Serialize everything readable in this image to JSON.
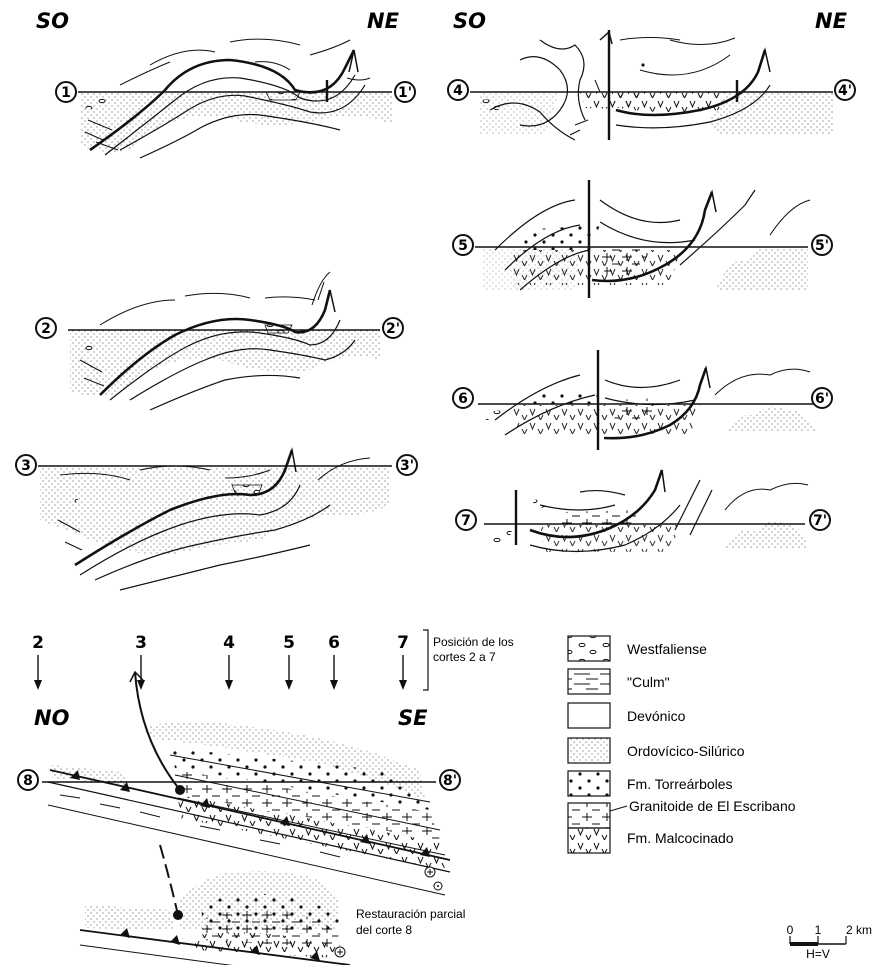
{
  "orientation": {
    "left_top": "SO",
    "right_top": "NE",
    "left_top_2": "SO",
    "right_top_2": "NE",
    "left_bottom": "NO",
    "right_bottom": "SE"
  },
  "sections": [
    {
      "start": "1",
      "end": "1'"
    },
    {
      "start": "2",
      "end": "2'"
    },
    {
      "start": "3",
      "end": "3'"
    },
    {
      "start": "4",
      "end": "4'"
    },
    {
      "start": "5",
      "end": "5'"
    },
    {
      "start": "6",
      "end": "6'"
    },
    {
      "start": "7",
      "end": "7'"
    },
    {
      "start": "8",
      "end": "8'"
    }
  ],
  "positions": {
    "labels": [
      "2",
      "3",
      "4",
      "5",
      "6",
      "7"
    ],
    "note_line1": "Posición de los",
    "note_line2": "cortes 2 a 7"
  },
  "legend": [
    {
      "label": "Westfaliense",
      "pattern": "pebbles"
    },
    {
      "label": "\"Culm\"",
      "pattern": "dashes"
    },
    {
      "label": "Devónico",
      "pattern": "blank"
    },
    {
      "label": "Ordovícico-Silúrico",
      "pattern": "stipple"
    },
    {
      "label": "Fm. Torreárboles",
      "pattern": "dots"
    },
    {
      "label": "Granitoide de El Escribano",
      "pattern": "crosses"
    },
    {
      "label": "Fm. Malcocinado",
      "pattern": "vees"
    }
  ],
  "restoration": {
    "line1": "Restauración parcial",
    "line2": "del corte 8"
  },
  "scale": {
    "zero": "0",
    "one": "1",
    "two": "2 km",
    "ratio": "H=V"
  }
}
